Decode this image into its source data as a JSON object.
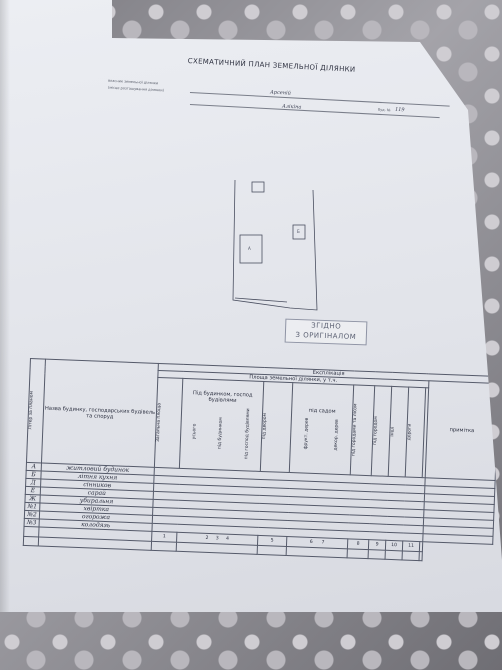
{
  "document": {
    "title": "СХЕМАТИЧНИЙ ПЛАН ЗЕМЕЛЬНОЇ ДІЛЯНКИ",
    "header_left_line1": "власник земельної ділянки",
    "header_left_line2": "(місце розташування ділянки)",
    "header_handwritten_1": "Арсеній",
    "header_handwritten_2": "Алікіна",
    "header_number_label": "буд. №",
    "header_number_value": "119"
  },
  "plan": {
    "building_a_label": "А",
    "building_b_label": "Б"
  },
  "stamp": {
    "line1": "ЗГІДНО",
    "line2": "З ОРИГІНАЛОМ"
  },
  "table": {
    "caption": "Експлікація",
    "col_letter_header": "Літер за планом",
    "col_name_header": "Назва будинку, господарських будівель та споруд",
    "area_group_header": "Площа земельної ділянки, у т.ч.",
    "notes_header": "примітка",
    "total_area": "Загальна площа",
    "under_buildings_group": "Під будинком, господ будівлями",
    "sub_total": "усього",
    "sub_house": "під будинком",
    "sub_outbuildings": "під господ будівлями",
    "under_yard": "під двором",
    "garden_group": "під садом",
    "sub_fruit": "фрукт. дерев",
    "sub_decor": "декор. дерев",
    "under_gardens": "під городами та лісом",
    "under_garden2": "під городом",
    "other_col": "інші",
    "roads_col": "дороги",
    "rows": [
      {
        "letter": "А",
        "name": "житловий будинок"
      },
      {
        "letter": "Б",
        "name": "літня кухня"
      },
      {
        "letter": "Д",
        "name": "сінников"
      },
      {
        "letter": "Е",
        "name": "сарай"
      },
      {
        "letter": "Ж",
        "name": "убиральня"
      },
      {
        "letter": "№1",
        "name": "хвіртка"
      },
      {
        "letter": "№2",
        "name": "огорожа"
      },
      {
        "letter": "№3",
        "name": "колодязь"
      }
    ],
    "col_numbers": [
      "1",
      "2",
      "3",
      "4",
      "5",
      "6",
      "7",
      "8",
      "9",
      "10",
      "11"
    ]
  }
}
